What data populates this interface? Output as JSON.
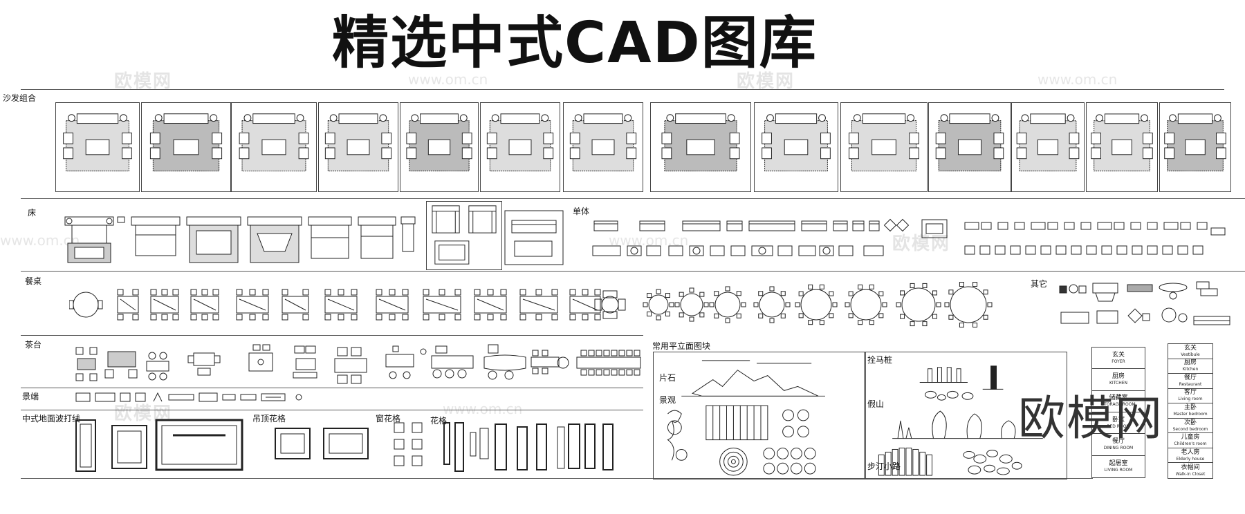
{
  "title": "精选中式CAD图库",
  "watermark": {
    "text": "欧模网",
    "url": "www.om.cn"
  },
  "brand": "欧模网",
  "categories": {
    "sofa": "沙发组合",
    "bed": "床",
    "single": "单体",
    "dining": "餐桌",
    "other": "其它",
    "tea": "茶台",
    "side": "景端",
    "floor": "中式地面波打线",
    "ceiling": "吊顶花格",
    "window": "窗花格",
    "lattice": "花格",
    "landscape_title": "常用平立面图块",
    "stone": "片石",
    "scenery": "景观",
    "post": "拴马桩",
    "rockery": "假山",
    "path": "步汀小路"
  },
  "room_table_1": [
    {
      "zh": "玄关",
      "en": "FOYER"
    },
    {
      "zh": "厨房",
      "en": "KITCHEN"
    },
    {
      "zh": "储藏室",
      "en": "STORAGE ROOM"
    },
    {
      "zh": "卧室",
      "en": "BED ROOM"
    },
    {
      "zh": "餐厅",
      "en": "DINING ROOM"
    },
    {
      "zh": "起居室",
      "en": "LIVING ROOM"
    }
  ],
  "room_table_2": [
    {
      "zh": "玄关",
      "en": "Vestibule"
    },
    {
      "zh": "厨房",
      "en": "Kitchen"
    },
    {
      "zh": "餐厅",
      "en": "Restaurant"
    },
    {
      "zh": "客厅",
      "en": "Living room"
    },
    {
      "zh": "主卧",
      "en": "Master bedroom"
    },
    {
      "zh": "次卧",
      "en": "Second bedroom"
    },
    {
      "zh": "儿童房",
      "en": "Children's room"
    },
    {
      "zh": "老人房",
      "en": "Elderly house"
    },
    {
      "zh": "衣帽间",
      "en": "Walk-in Closet"
    }
  ],
  "sofa_cells": 14,
  "colors": {
    "line": "#222222",
    "watermark": "#e4e4e4"
  }
}
